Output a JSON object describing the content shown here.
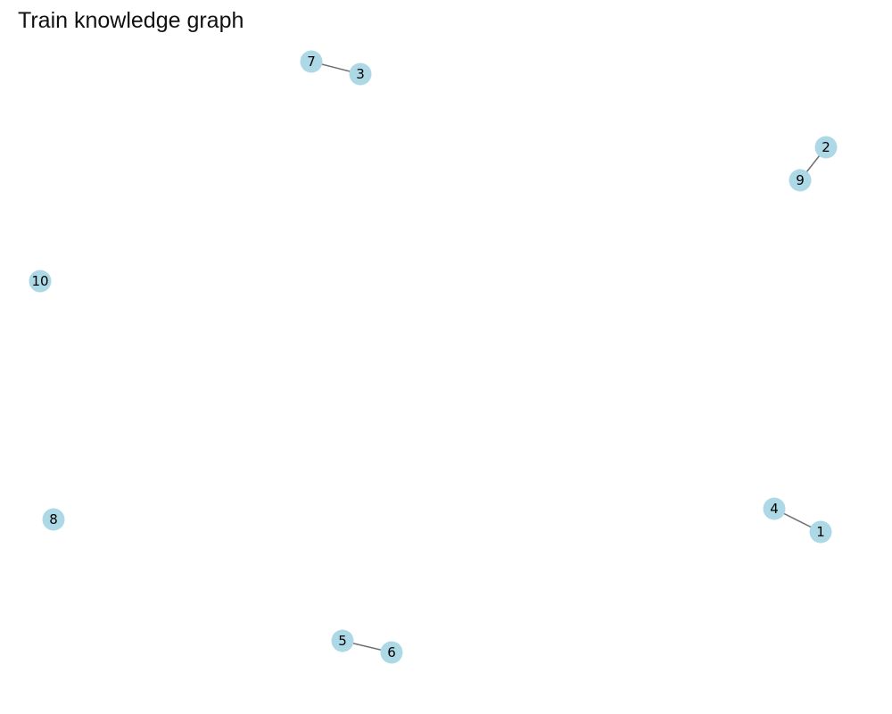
{
  "title": "Train knowledge graph",
  "colors": {
    "node_fill": "#add8e6",
    "edge_stroke": "#707070",
    "label": "#000000"
  },
  "graph": {
    "nodes": [
      {
        "id": "1",
        "label": "1"
      },
      {
        "id": "2",
        "label": "2"
      },
      {
        "id": "3",
        "label": "3"
      },
      {
        "id": "4",
        "label": "4"
      },
      {
        "id": "5",
        "label": "5"
      },
      {
        "id": "6",
        "label": "6"
      },
      {
        "id": "7",
        "label": "7"
      },
      {
        "id": "8",
        "label": "8"
      },
      {
        "id": "9",
        "label": "9"
      },
      {
        "id": "10",
        "label": "10"
      }
    ],
    "edges": [
      {
        "source": "7",
        "target": "3"
      },
      {
        "source": "2",
        "target": "9"
      },
      {
        "source": "4",
        "target": "1"
      },
      {
        "source": "5",
        "target": "6"
      }
    ]
  }
}
